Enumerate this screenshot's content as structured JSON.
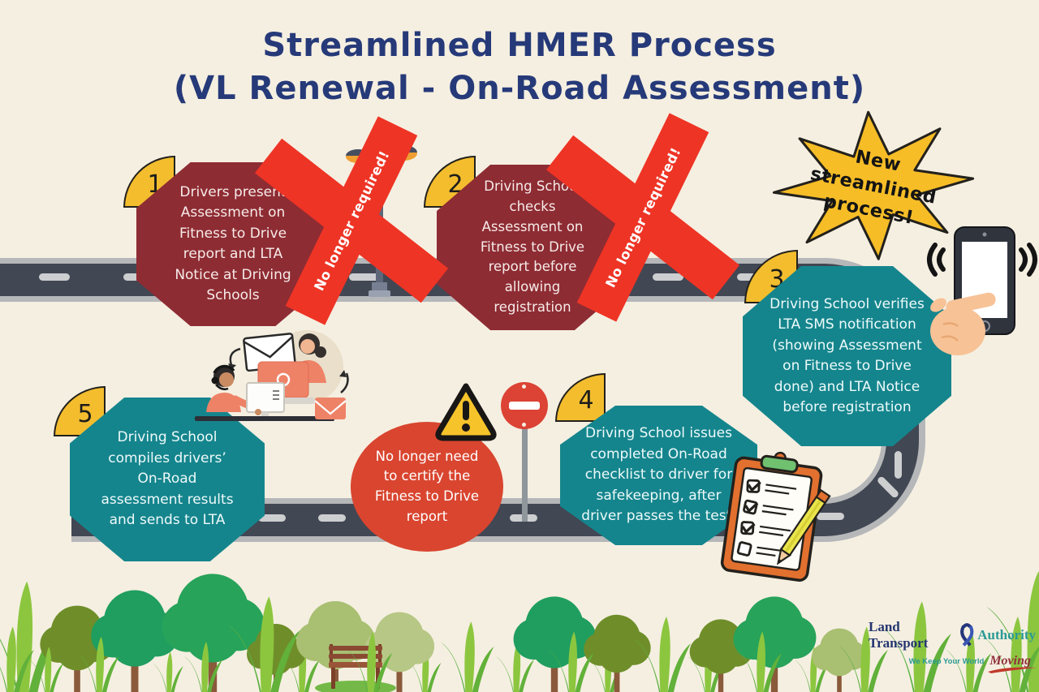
{
  "title": {
    "line1": "Streamlined HMER Process",
    "line2": "(VL Renewal - On-Road Assessment)"
  },
  "steps": [
    {
      "num": "1",
      "text": "Drivers present\nAssessment on\nFitness to Drive\nreport and LTA\nNotice at Driving\nSchools",
      "status": "no-longer-required"
    },
    {
      "num": "2",
      "text": "Driving School\nchecks\nAssessment on\nFitness to Drive\nreport before\nallowing\nregistration",
      "status": "no-longer-required"
    },
    {
      "num": "3",
      "text": "Driving School verifies\nLTA SMS notification\n(showing Assessment\non Fitness to Drive\ndone) and LTA Notice\nbefore registration",
      "status": "new-process"
    },
    {
      "num": "4",
      "text": "Driving School issues\ncompleted On-Road\nchecklist to driver for\nsafekeeping, after\ndriver passes the test.",
      "status": "new-process"
    },
    {
      "num": "5",
      "text": "Driving School\ncompiles drivers’\nOn-Road\nassessment results\nand sends to LTA",
      "status": "new-process"
    }
  ],
  "cross_label": "No longer required!",
  "starburst_text": "New\nstreamlined\nprocess!",
  "notice_text": "No longer need\nto certify the\nFitness to Drive\nreport",
  "logo": {
    "name_left": "Land Transport",
    "name_right": "Authority",
    "tagline": "We Keep Your World",
    "tagline_script": "Moving"
  },
  "colors": {
    "background": "#f5efe1",
    "title_blue": "#263a79",
    "step_removed_red": "#8e2c33",
    "step_new_teal": "#15858d",
    "badge_yellow": "#f3bd2e",
    "cross_red": "#ee3425",
    "notice_red": "#d9452f",
    "road_gray": "#414753",
    "star_yellow": "#f6bd27"
  }
}
